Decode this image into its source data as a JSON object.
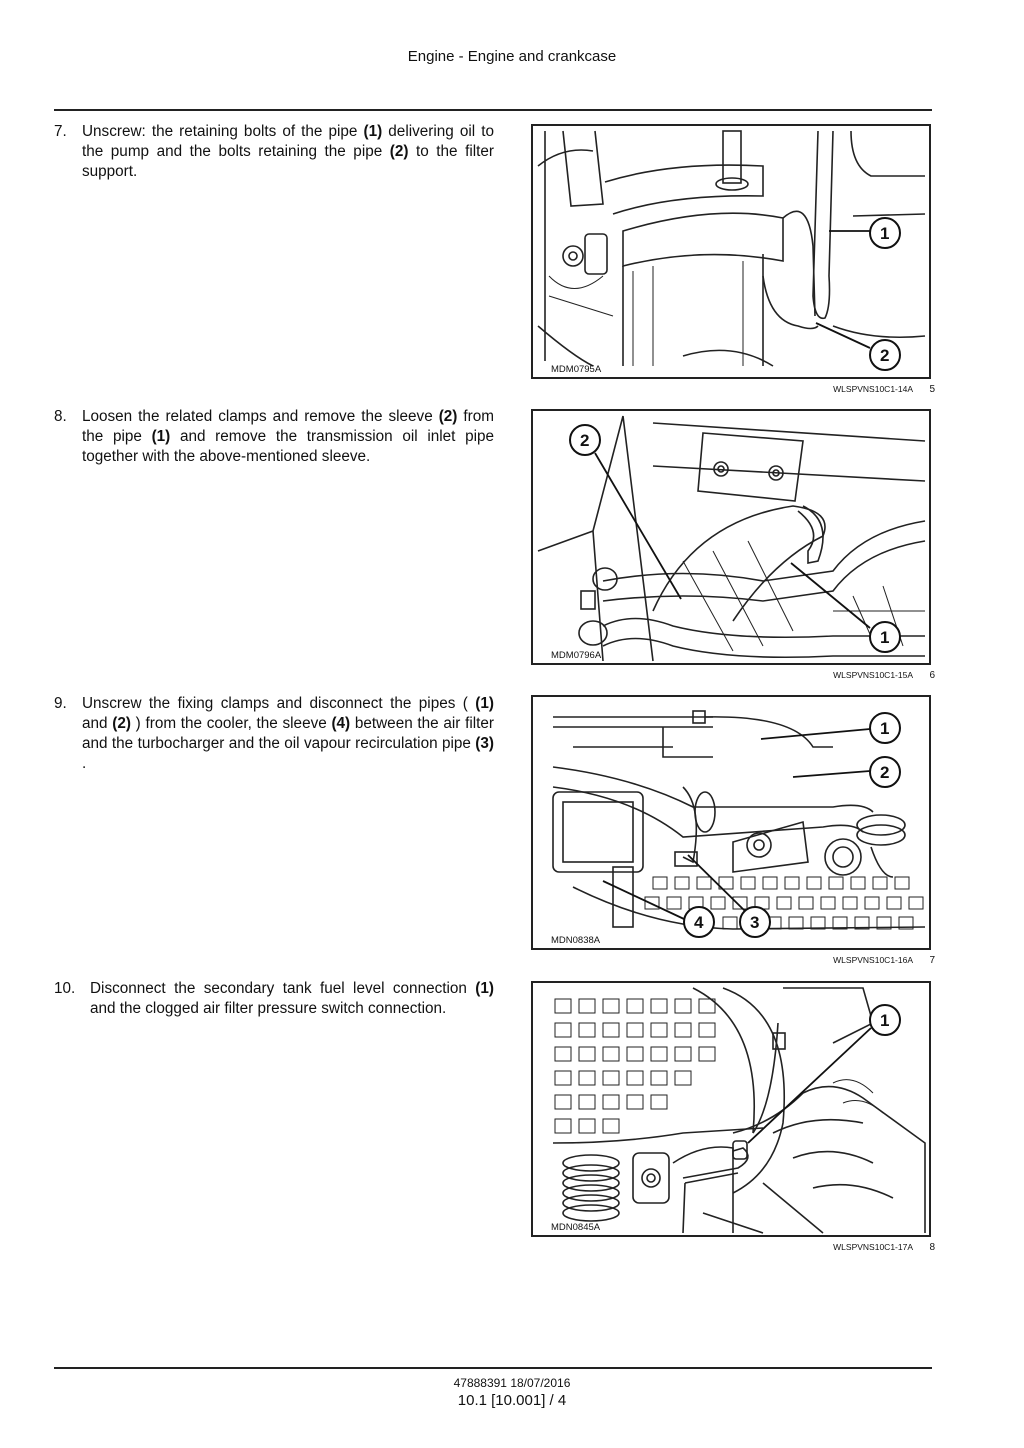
{
  "header": {
    "title": "Engine - Engine and crankcase"
  },
  "steps": [
    {
      "number": "7.",
      "parts": [
        {
          "t": "Unscrew: the retaining bolts of the pipe ",
          "b": false
        },
        {
          "t": "(1)",
          "b": true
        },
        {
          "t": " delivering oil to the pump and the bolts retaining the pipe ",
          "b": false
        },
        {
          "t": "(2)",
          "b": true
        },
        {
          "t": " to the filter support.",
          "b": false
        }
      ],
      "figure": {
        "code": "MDM0795A",
        "ref": "WLSPVNS10C1-14A",
        "number": "5",
        "callouts": [
          "1",
          "2"
        ]
      }
    },
    {
      "number": "8.",
      "parts": [
        {
          "t": "Loosen the related clamps and remove the sleeve ",
          "b": false
        },
        {
          "t": "(2)",
          "b": true
        },
        {
          "t": " from the pipe ",
          "b": false
        },
        {
          "t": "(1)",
          "b": true
        },
        {
          "t": " and remove the transmission oil inlet pipe together with the above-mentioned sleeve.",
          "b": false
        }
      ],
      "figure": {
        "code": "MDM0796A",
        "ref": "WLSPVNS10C1-15A",
        "number": "6",
        "callouts": [
          "2",
          "1"
        ]
      }
    },
    {
      "number": "9.",
      "parts": [
        {
          "t": "Unscrew the fixing clamps and disconnect the pipes ( ",
          "b": false
        },
        {
          "t": "(1)",
          "b": true
        },
        {
          "t": " and ",
          "b": false
        },
        {
          "t": "(2)",
          "b": true
        },
        {
          "t": " ) from the cooler, the sleeve ",
          "b": false
        },
        {
          "t": "(4)",
          "b": true
        },
        {
          "t": " between the air filter and the turbocharger and the oil vapour recirculation pipe ",
          "b": false
        },
        {
          "t": "(3)",
          "b": true
        },
        {
          "t": " .",
          "b": false
        }
      ],
      "figure": {
        "code": "MDN0838A",
        "ref": "WLSPVNS10C1-16A",
        "number": "7",
        "callouts": [
          "1",
          "2",
          "4",
          "3"
        ]
      }
    },
    {
      "number": "10.",
      "parts": [
        {
          "t": "Disconnect the secondary tank fuel level connection ",
          "b": false
        },
        {
          "t": "(1)",
          "b": true
        },
        {
          "t": " and the clogged air filter pressure switch connection.",
          "b": false
        }
      ],
      "figure": {
        "code": "MDN0845A",
        "ref": "WLSPVNS10C1-17A",
        "number": "8",
        "callouts": [
          "1"
        ]
      }
    }
  ],
  "footer": {
    "doc_id": "47888391 18/07/2016",
    "page_ref": "10.1 [10.001] / 4"
  }
}
